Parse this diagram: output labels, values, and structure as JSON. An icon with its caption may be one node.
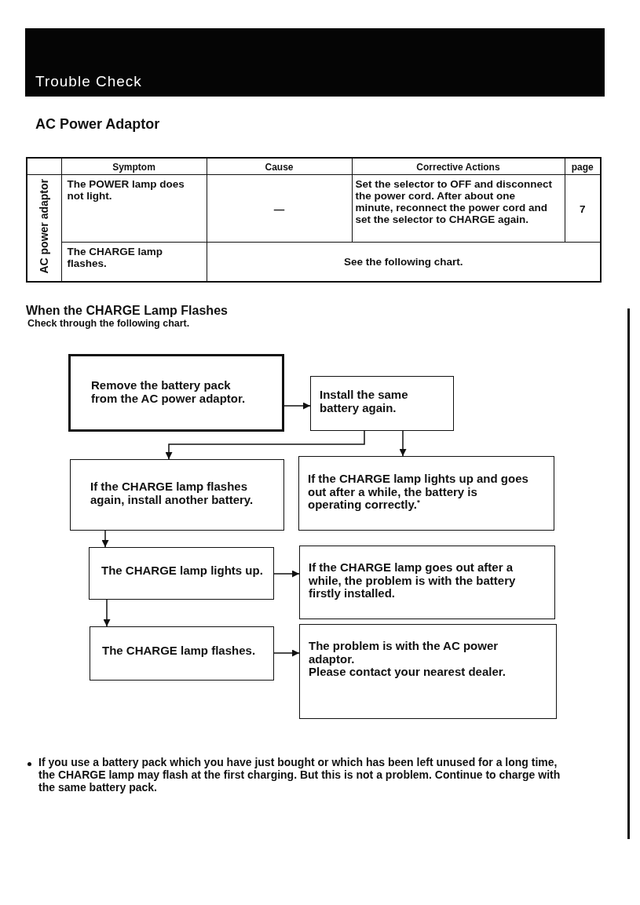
{
  "diagram": {
    "title": "Trouble Check",
    "nodes": [
      {
        "text": [
          "Remove the battery pack from the AC power adaptor."
        ]
      },
      {
        "text": [
          "Install the same battery again."
        ]
      },
      {
        "text": [
          "If the CHARGE lamp flashes again, install another battery."
        ]
      },
      {
        "text": [
          "If the CHARGE lamp lights up and goes out after a while, the battery is operating correctly.$^{*}$"
        ]
      },
      {
        "text": [
          "The CHARGE lamp lights up."
        ]
      },
      {
        "text": [
          "If the CHARGE lamp goes out after a while, the problem is with the battery firstly installed."
        ]
      },
      {
        "text": [
          "The CHARGE lamp flashes."
        ]
      },
      {
        "text": [
          "The problem is with the AC power adaptor.",
          "Please contact your nearest dealer."
        ]
      }
    ],
    "edges": [
      {
        "from": 0,
        "to": 1,
        "arrow": "to"
      },
      {
        "from": 1,
        "to": 2,
        "arrow": "to"
      },
      {
        "from": 1,
        "to": 3,
        "arrow": "to"
      },
      {
        "from": 2,
        "to": 4,
        "arrow": "to"
      },
      {
        "from": 4,
        "to": 5,
        "arrow": "to"
      },
      {
        "from": 4,
        "to": 6,
        "arrow": "to"
      },
      {
        "from": 6,
        "to": 7,
        "arrow": "to"
      }
    ],
    "labels": [
      "AC Power Adaptor",
      "Symptom",
      "Cause",
      "Corrective Actions",
      "page",
      "AC power adaptor",
      "The POWER lamp does not light.",
      "—",
      "Set the selector to OFF and disconnect the power cord. After about one minute, reconnect the power cord and set the selector to CHARGE again.",
      "7",
      "The CHARGE lamp flashes.",
      "See the following chart.",
      "When the CHARGE Lamp Flashes",
      "Check through the following chart.",
      "If you use a battery pack which you have just bought or which has been left unused for a long time, the CHARGE lamp may flash at the first charging. But this is not a problem. Continue to charge with the same battery pack."
    ]
  }
}
